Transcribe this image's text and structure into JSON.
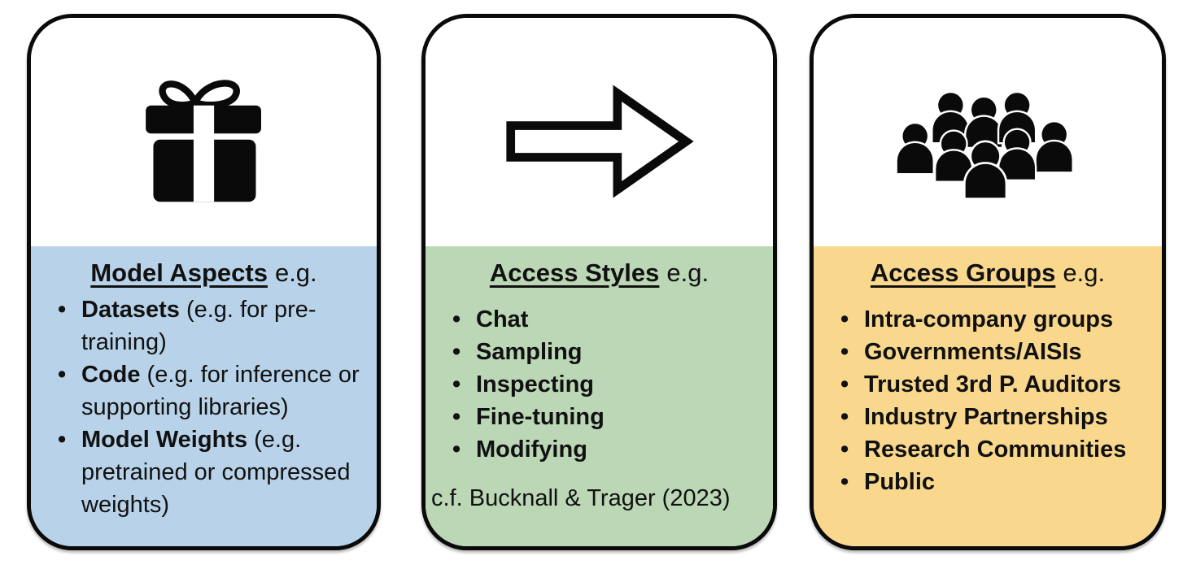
{
  "page": {
    "background": "#ffffff"
  },
  "colors": {
    "card_border": "#0a0a0a",
    "blue_accent": "#b8d3e9",
    "green_accent": "#bbd7b6",
    "yellow_accent": "#f9d88e"
  },
  "cards": [
    {
      "id": "model-aspects",
      "icon": "gift-icon",
      "accent_color": "#b8d3e9",
      "heading": {
        "title": "Model Aspects",
        "suffix": "e.g."
      },
      "bullets": [
        {
          "lead": "Datasets",
          "rest": " (e.g. for pre-training)"
        },
        {
          "lead": "Code",
          "rest": " (e.g. for inference or supporting libraries)"
        },
        {
          "lead": "Model Weights",
          "rest": " (e.g. pretrained or compressed weights)"
        }
      ],
      "footnote": ""
    },
    {
      "id": "access-styles",
      "icon": "arrow-right-icon",
      "accent_color": "#bbd7b6",
      "heading": {
        "title": "Access Styles",
        "suffix": "e.g."
      },
      "bullets": [
        {
          "lead": "Chat",
          "rest": ""
        },
        {
          "lead": "Sampling",
          "rest": ""
        },
        {
          "lead": "Inspecting",
          "rest": ""
        },
        {
          "lead": "Fine-tuning",
          "rest": ""
        },
        {
          "lead": "Modifying",
          "rest": ""
        }
      ],
      "footnote": "c.f. Bucknall & Trager (2023)"
    },
    {
      "id": "access-groups",
      "icon": "people-group-icon",
      "accent_color": "#f9d88e",
      "heading": {
        "title": "Access Groups",
        "suffix": "e.g."
      },
      "bullets": [
        {
          "lead": "Intra-company groups",
          "rest": ""
        },
        {
          "lead": "Governments/AISIs",
          "rest": ""
        },
        {
          "lead": "Trusted 3rd P. Auditors",
          "rest": ""
        },
        {
          "lead": "Industry Partnerships",
          "rest": ""
        },
        {
          "lead": "Research Communities",
          "rest": ""
        },
        {
          "lead": "Public",
          "rest": ""
        }
      ],
      "footnote": ""
    }
  ]
}
